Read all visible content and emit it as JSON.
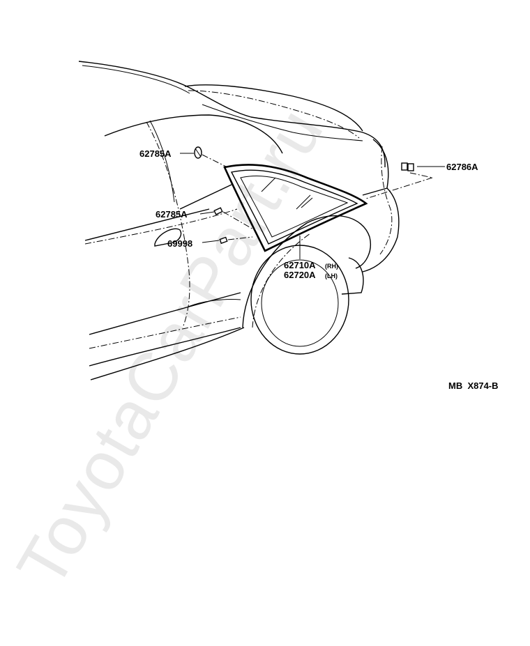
{
  "watermark": "ToyotaCarPart.ru",
  "diagram_code": "MB  X874-B",
  "parts": {
    "clip_upper": "62785A",
    "clip_lower": "62785A",
    "clip_right": "62786A",
    "screw": "69998",
    "glass_rh": "62710A",
    "glass_rh_side": "(RH)",
    "glass_lh": "62720A",
    "glass_lh_side": "(LH)"
  }
}
